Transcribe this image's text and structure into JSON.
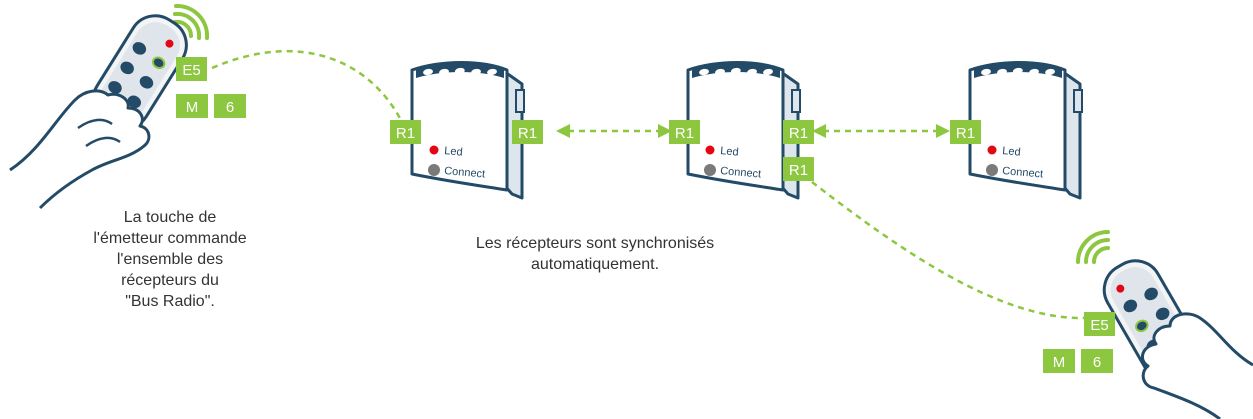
{
  "colors": {
    "accent_green": "#8dc63f",
    "outline_blue": "#234a66",
    "module_face": "#ffffff",
    "module_side": "#dde6ec",
    "led_red": "#e30613",
    "connect_grey": "#7a7a7a",
    "text": "#333333"
  },
  "transmitter_left": {
    "key_label": "E5",
    "mode_label": "M",
    "mode_value": "6"
  },
  "transmitter_right": {
    "key_label": "E5",
    "mode_label": "M",
    "mode_value": "6"
  },
  "receivers": [
    {
      "left_tag": "R1",
      "led_label": "Led",
      "connect_label": "Connect"
    },
    {
      "left_tag": "R1",
      "right_tags": [
        "R1",
        "R1"
      ],
      "led_label": "Led",
      "connect_label": "Connect"
    },
    {
      "left_tag": "R1",
      "led_label": "Led",
      "connect_label": "Connect"
    }
  ],
  "link_tags": {
    "receiver1_right": "R1"
  },
  "captions": {
    "left": "La touche de\nl'émetteur commande\nl'ensemble des\nrécepteurs du\n\"Bus Radio\".",
    "center": "Les récepteurs sont synchronisés\nautomatiquement."
  },
  "icons": [
    "remote-control-icon",
    "hand-icon",
    "radio-waves-icon",
    "receiver-module-icon",
    "double-arrow-icon"
  ]
}
